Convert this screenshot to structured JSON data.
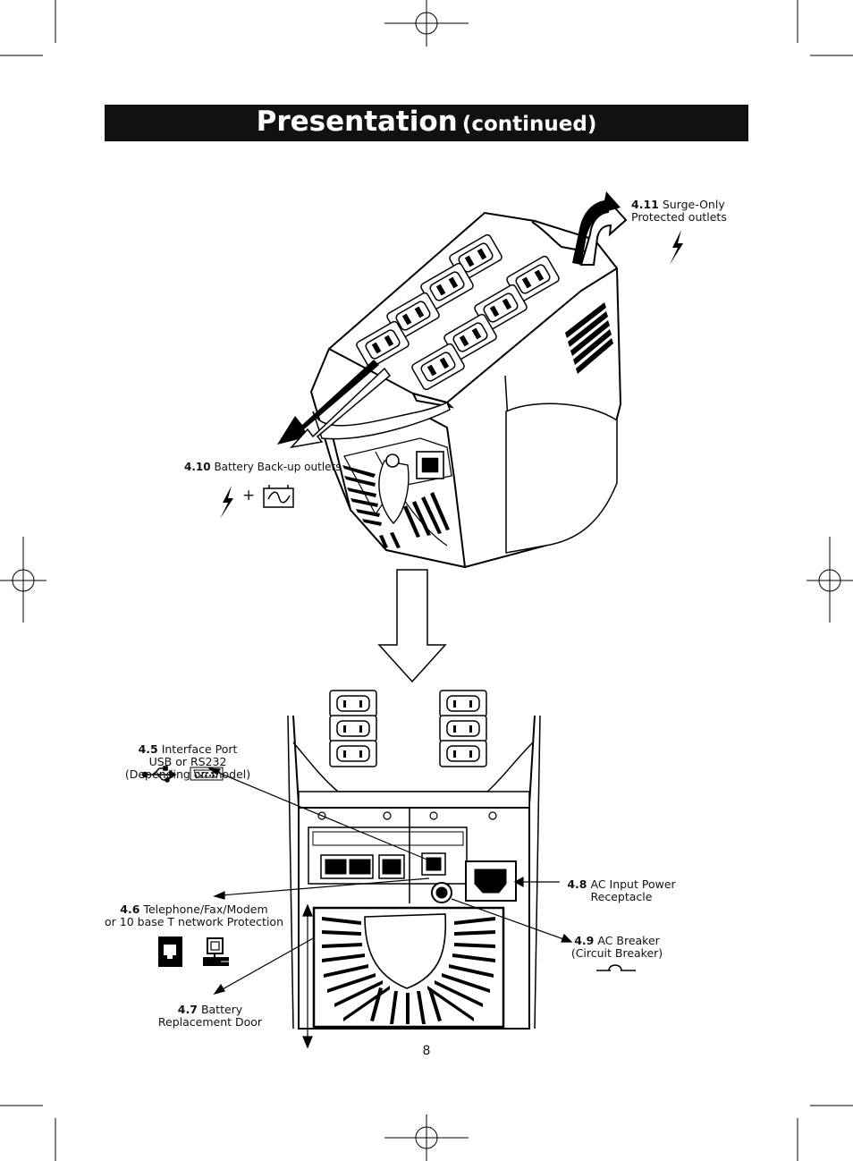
{
  "header": {
    "title": "Presentation",
    "subtitle": "(continued)"
  },
  "callouts": {
    "c411": {
      "num": "4.11",
      "line1": "Surge-Only",
      "line2": "Protected outlets"
    },
    "c410": {
      "num": "4.10",
      "text": "Battery Back-up outlets",
      "plus": "+"
    },
    "c45": {
      "num": "4.5",
      "line1": "Interface Port",
      "line2": "USB or RS232",
      "line3": "(Depending on model)"
    },
    "c46": {
      "num": "4.6",
      "line1": "Telephone/Fax/Modem",
      "line2": "or 10 base T network Protection"
    },
    "c47": {
      "num": "4.7",
      "line1": "Battery",
      "line2": "Replacement Door"
    },
    "c48": {
      "num": "4.8",
      "line1": "AC Input Power",
      "line2": "Receptacle"
    },
    "c49": {
      "num": "4.9",
      "line1": "AC Breaker",
      "line2": "(Circuit Breaker)"
    }
  },
  "page_number": "8"
}
